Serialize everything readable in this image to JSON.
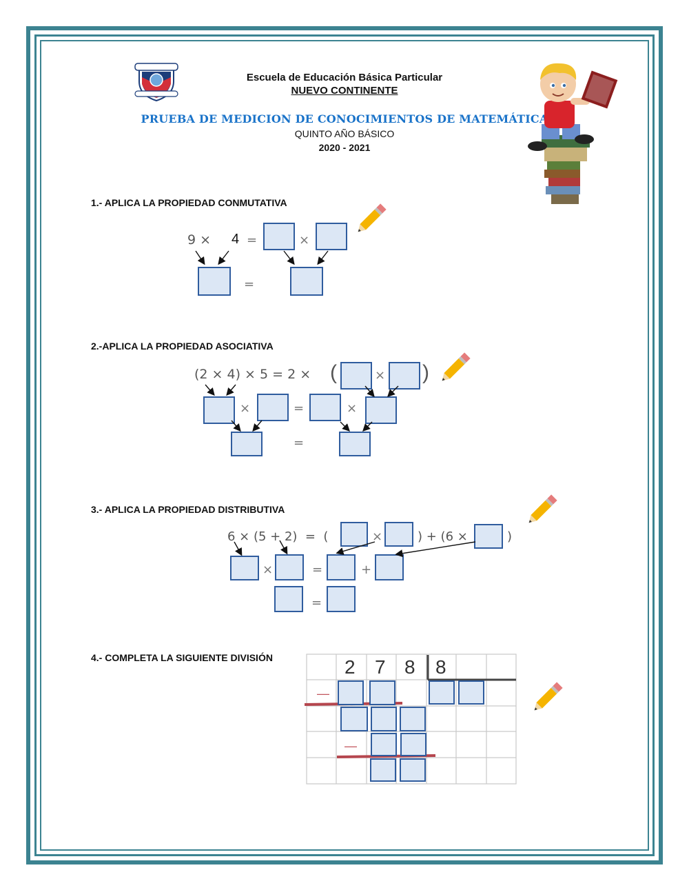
{
  "header": {
    "school_line1": "Escuela de Educación Básica Particular",
    "school_line2": "NUEVO CONTINENTE",
    "title": "PRUEBA DE MEDICION DE CONOCIMIENTOS DE MATEMÁTICA",
    "grade": "QUINTO AÑO BÁSICO",
    "year": "2020 - 2021"
  },
  "q1": {
    "label": "1.- APLICA LA PROPIEDAD CONMUTATIVA",
    "expr_left": "9 ×",
    "given": "4",
    "eq": "=",
    "times": "×",
    "eq2": "="
  },
  "q2": {
    "label": "2.-APLICA LA PROPIEDAD ASOCIATIVA",
    "expr": "(2 × 4) × 5 = 2 ×",
    "paren_open": "(",
    "paren_close": ")",
    "times": "×",
    "eq": "=",
    "eq2": "="
  },
  "q3": {
    "label": "3.- APLICA LA PROPIEDAD DISTRIBUTIVA",
    "expr": "6 × (5 + 2)  =  (",
    "mid": ") + (6 ×",
    "close": ")",
    "times": "×",
    "eq": "=",
    "plus": "+",
    "eq2": "="
  },
  "q4": {
    "label": "4.- COMPLETA LA SIGUIENTE DIVISIÓN",
    "dividend": [
      "2",
      "7",
      "8"
    ],
    "divisor": "8",
    "minus": "—"
  },
  "colors": {
    "frame": "#3c8391",
    "title": "#1a73c9",
    "box_border": "#2f5c9e",
    "box_fill": "#dce7f5",
    "red_line": "#b5464e"
  }
}
